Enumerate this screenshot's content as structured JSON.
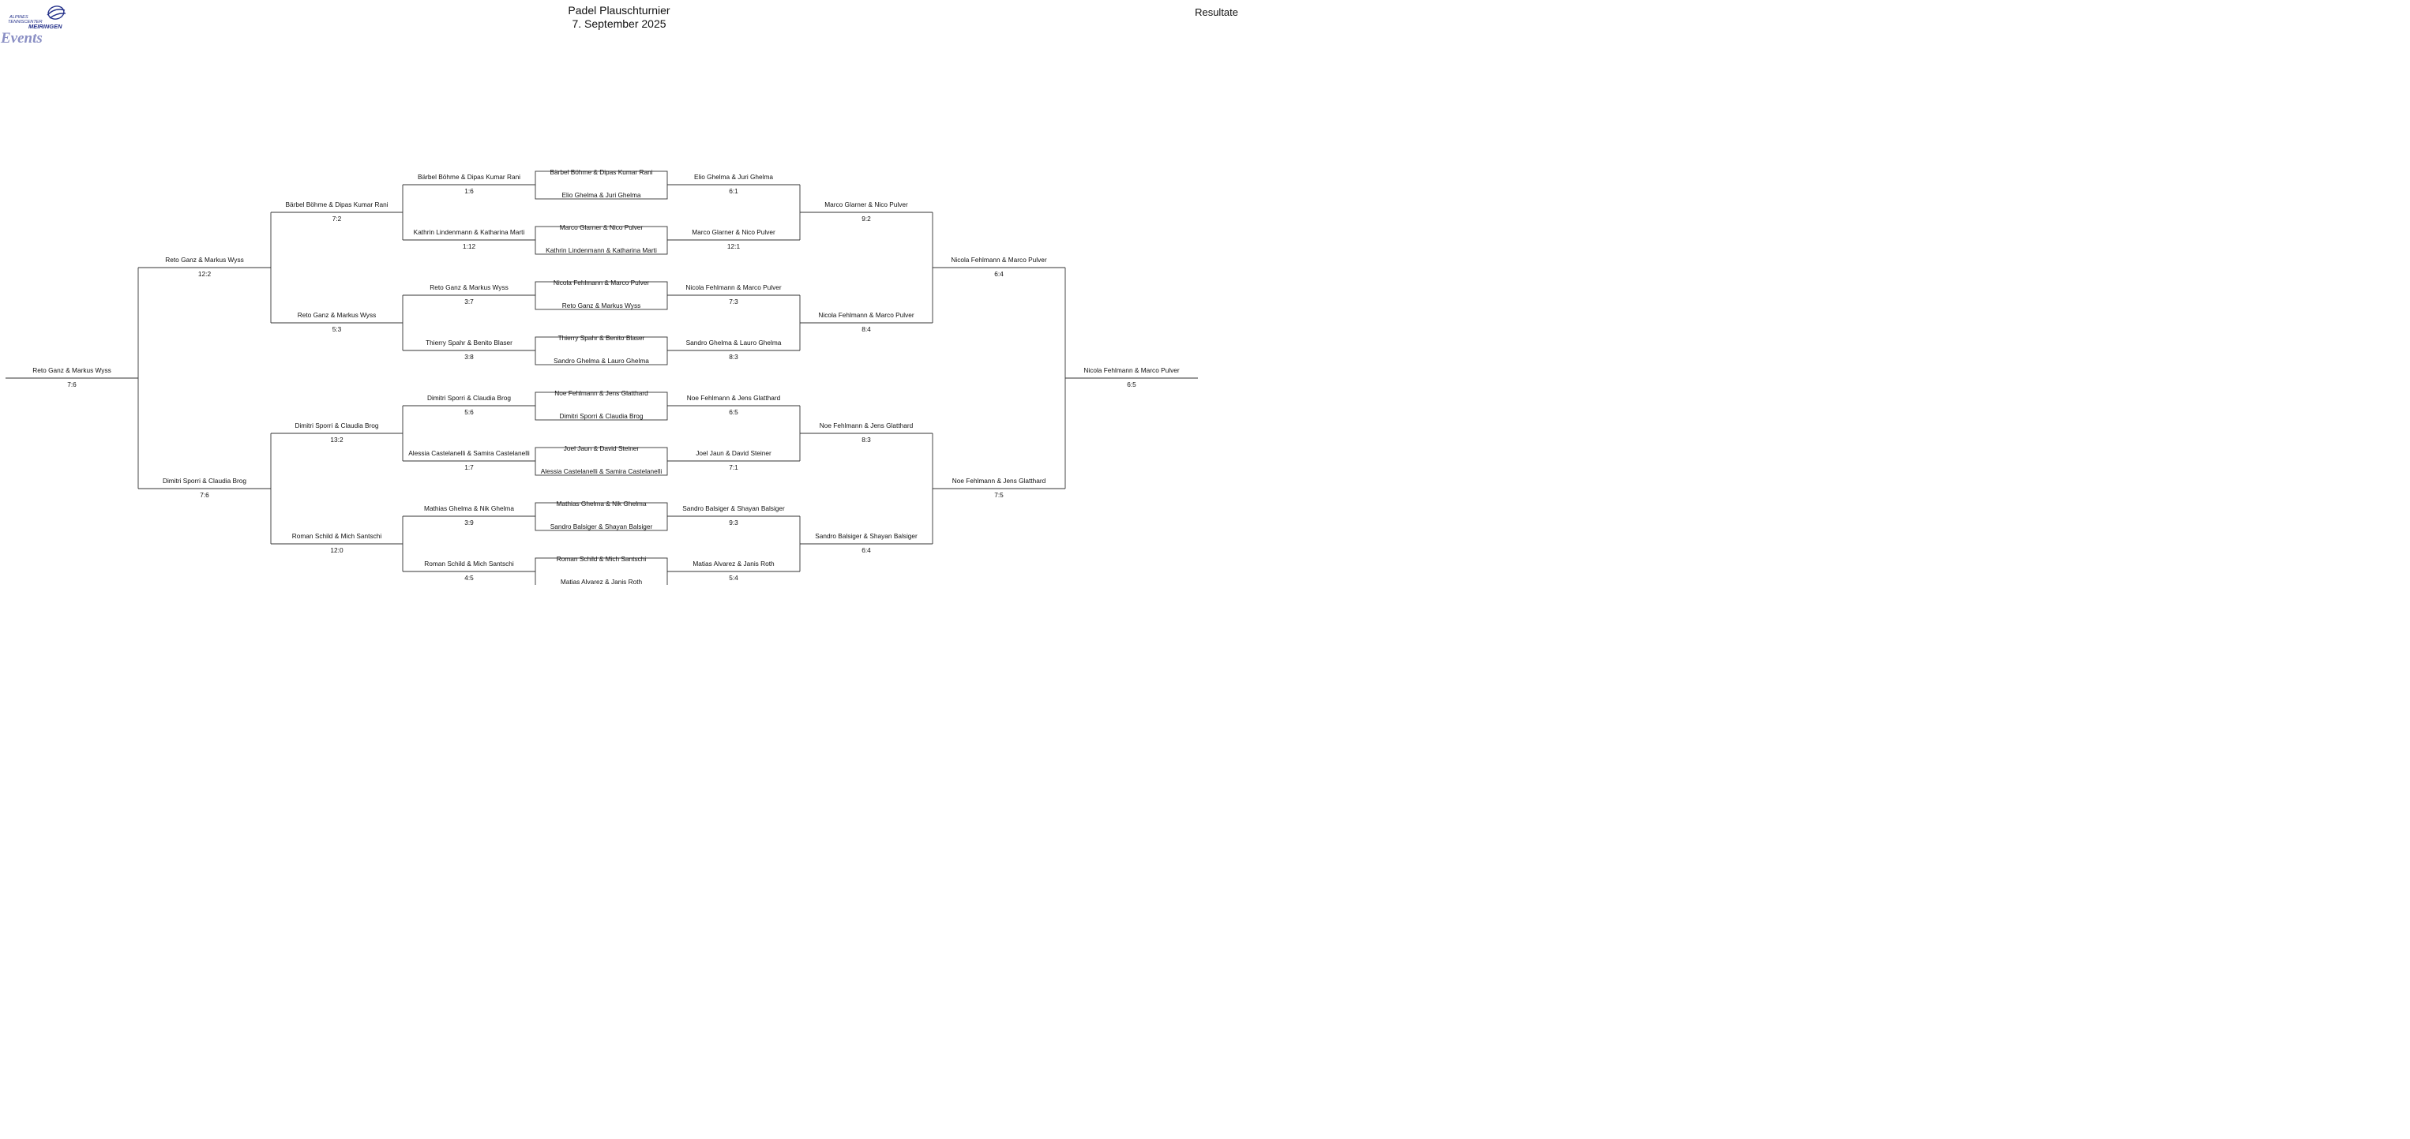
{
  "header": {
    "title": "Padel Plauschturnier",
    "date": "7. September 2025",
    "results_label": "Resultate"
  },
  "logo": {
    "line1": "ALPINES",
    "line2": "TENNISCENTER",
    "line3": "MEIRINGEN",
    "wordmark": "Events",
    "color": "#24318a",
    "wordmark_color": "#8a8fc4"
  },
  "bracket": {
    "match_boxes": [
      {
        "top": "Bärbel Böhme & Dipas Kumar Rani",
        "bottom": "Elio Ghelma & Juri Ghelma"
      },
      {
        "top": "Marco Glarner & Nico Pulver",
        "bottom": "Kathrin Lindenmann & Katharina Marti"
      },
      {
        "top": "Nicola Fehlmann & Marco Pulver",
        "bottom": "Reto Ganz & Markus Wyss"
      },
      {
        "top": "Thierry Spahr & Benito Blaser",
        "bottom": "Sandro Ghelma & Lauro Ghelma"
      },
      {
        "top": "Noe Fehlmann & Jens Glatthard",
        "bottom": "Dimitri Sporri & Claudia Brog"
      },
      {
        "top": "Joel Jaun & David Steiner",
        "bottom": "Alessia Castelanelli & Samira Castelanelli"
      },
      {
        "top": "Mathias  Ghelma & Nik Ghelma",
        "bottom": "Sandro Balsiger & Shayan Balsiger"
      },
      {
        "top": "Roman Schild & Mich Santschi",
        "bottom": "Matias Alvarez & Janis Roth"
      }
    ],
    "left": {
      "round1": [
        {
          "team": "Bärbel Böhme & Dipas Kumar Rani",
          "score": "1:6"
        },
        {
          "team": "Kathrin Lindenmann & Katharina Marti",
          "score": "1:12"
        },
        {
          "team": "Reto Ganz & Markus Wyss",
          "score": "3:7"
        },
        {
          "team": "Thierry Spahr & Benito Blaser",
          "score": "3:8"
        },
        {
          "team": "Dimitri Sporri & Claudia Brog",
          "score": "5:6"
        },
        {
          "team": "Alessia Castelanelli & Samira Castelanelli",
          "score": "1:7"
        },
        {
          "team": "Mathias  Ghelma & Nik Ghelma",
          "score": "3:9"
        },
        {
          "team": "Roman Schild & Mich Santschi",
          "score": "4:5"
        }
      ],
      "round2": [
        {
          "team": "Bärbel Böhme & Dipas Kumar Rani",
          "score": "7:2"
        },
        {
          "team": "Reto Ganz & Markus Wyss",
          "score": "5:3"
        },
        {
          "team": "Dimitri Sporri & Claudia Brog",
          "score": "13:2"
        },
        {
          "team": "Roman Schild & Mich Santschi",
          "score": "12:0"
        }
      ],
      "round3": [
        {
          "team": "Reto Ganz & Markus Wyss",
          "score": "12:2"
        },
        {
          "team": "Dimitri Sporri & Claudia Brog",
          "score": "7:6"
        }
      ],
      "final": {
        "team": "Reto Ganz & Markus Wyss",
        "score": "7:6"
      }
    },
    "right": {
      "round1": [
        {
          "team": "Elio Ghelma & Juri Ghelma",
          "score": "6:1"
        },
        {
          "team": "Marco Glarner & Nico Pulver",
          "score": "12:1"
        },
        {
          "team": "Nicola Fehlmann & Marco Pulver",
          "score": "7:3"
        },
        {
          "team": "Sandro Ghelma & Lauro Ghelma",
          "score": "8:3"
        },
        {
          "team": "Noe Fehlmann & Jens Glatthard",
          "score": "6:5"
        },
        {
          "team": "Joel Jaun & David Steiner",
          "score": "7:1"
        },
        {
          "team": "Sandro Balsiger & Shayan Balsiger",
          "score": "9:3"
        },
        {
          "team": "Matias Alvarez & Janis Roth",
          "score": "5:4"
        }
      ],
      "round2": [
        {
          "team": "Marco Glarner & Nico Pulver",
          "score": "9:2"
        },
        {
          "team": "Nicola Fehlmann & Marco Pulver",
          "score": "8:4"
        },
        {
          "team": "Noe Fehlmann & Jens Glatthard",
          "score": "8:3"
        },
        {
          "team": "Sandro Balsiger & Shayan Balsiger",
          "score": "6:4"
        }
      ],
      "round3": [
        {
          "team": "Nicola Fehlmann & Marco Pulver",
          "score": "6:4"
        },
        {
          "team": "Noe Fehlmann & Jens Glatthard",
          "score": "7:5"
        }
      ],
      "final": {
        "team": "Nicola Fehlmann & Marco Pulver",
        "score": "6:5"
      }
    }
  }
}
